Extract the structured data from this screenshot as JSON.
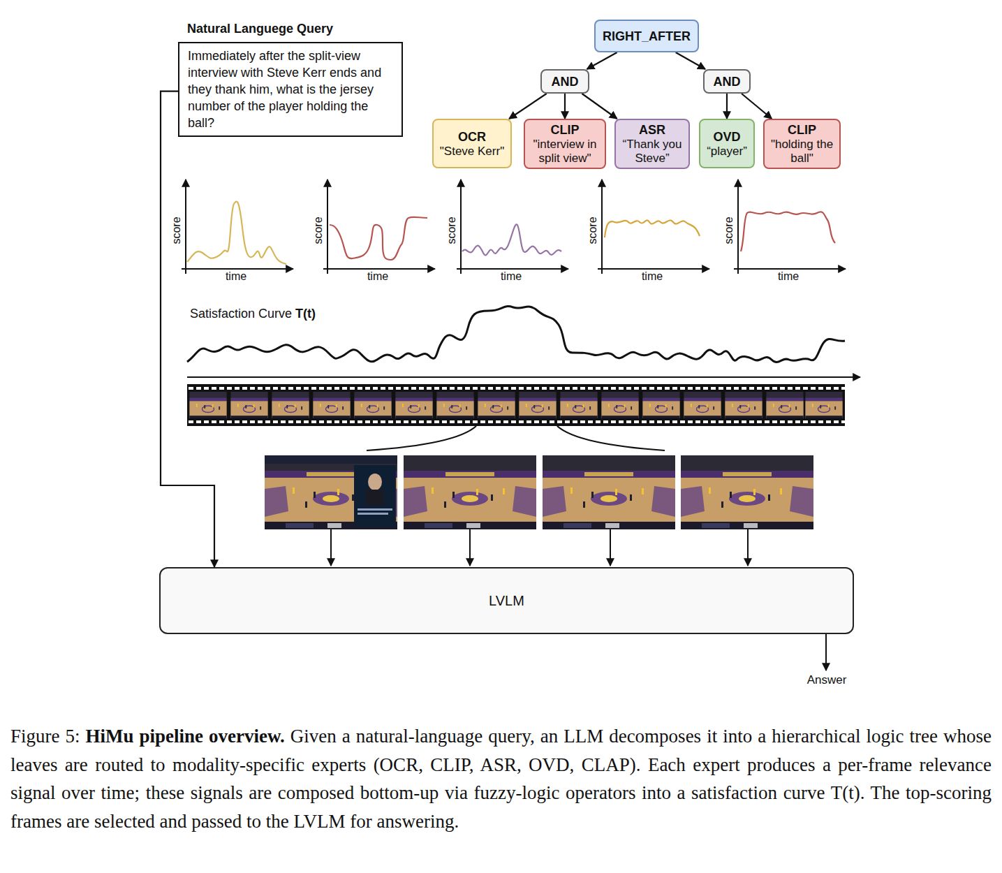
{
  "diagram": {
    "caption": "Figure 5: HiMu pipeline overview. Given a natural-language query, an LLM decomposes it into a hierarchical logic tree whose leaves are routed to modality-specific experts (OCR, CLIP, ASR, OVD, CLAP). Each expert produces a per-frame relevance signal over time; these signals are composed bottom-up via fuzzy-logic operators into a satisfaction curve T(t). The top-scoring frames are selected and passed to the LVLM for answering.",
    "nodes": [
      {
        "text": [
          "Natural Languege Query",
          "Immediately after the split-view interview with Steve Kerr ends and they thank him, what is the jersey number of the player holding the ball?"
        ]
      },
      {
        "text": [
          "RIGHT_AFTER"
        ]
      },
      {
        "text": [
          "AND"
        ]
      },
      {
        "text": [
          "AND"
        ]
      },
      {
        "text": [
          "OCR",
          "\"Steve Kerr\""
        ]
      },
      {
        "text": [
          "CLIP",
          "\"interview in split view\""
        ]
      },
      {
        "text": [
          "ASR",
          "“Thank you Steve”"
        ]
      },
      {
        "text": [
          "OVD",
          "“player”"
        ]
      },
      {
        "text": [
          "CLIP",
          "\"holding the ball\""
        ]
      },
      {
        "text": [
          "LVLM"
        ]
      }
    ],
    "edges": [
      {
        "from": 1,
        "to": 2,
        "arrow": "to"
      },
      {
        "from": 1,
        "to": 3,
        "arrow": "to"
      },
      {
        "from": 2,
        "to": 4,
        "arrow": "to"
      },
      {
        "from": 2,
        "to": 5,
        "arrow": "to"
      },
      {
        "from": 2,
        "to": 6,
        "arrow": "to"
      },
      {
        "from": 3,
        "to": 7,
        "arrow": "to"
      },
      {
        "from": 3,
        "to": 8,
        "arrow": "to"
      },
      {
        "from": 0,
        "to": 9,
        "arrow": "to"
      }
    ],
    "labels": [
      "score",
      "time",
      "score",
      "time",
      "score",
      "time",
      "score",
      "time",
      "score",
      "time",
      "Satisfaction Curve",
      "T(t)",
      "Answer"
    ]
  }
}
